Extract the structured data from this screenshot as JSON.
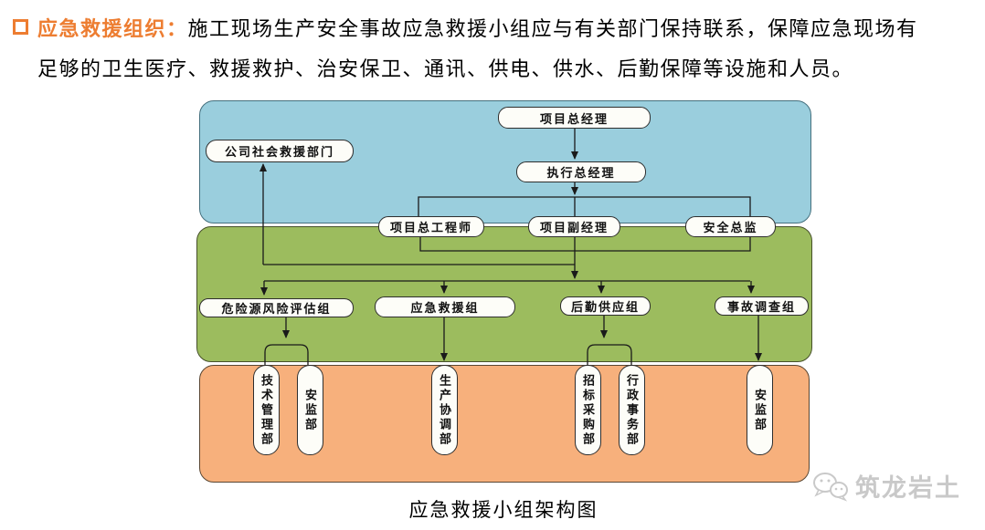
{
  "header": {
    "bullet_label": "应急救援组织：",
    "line1_rest": "施工现场生产安全事故应急救援小组应与有关部门保持联系，保障应急现场有",
    "line2": "足够的卫生医疗、救援救护、治安保卫、通讯、供电、供水、后勤保障等设施和人员。",
    "accent_color": "#ED7D31"
  },
  "diagram": {
    "caption": "应急救援小组架构图",
    "band_colors": {
      "top": "#9ACEDD",
      "middle": "#9CBC5E",
      "bottom": "#F7B07C"
    },
    "nodes": [
      {
        "id": "project-general-manager",
        "label": "项目总经理"
      },
      {
        "id": "executive-general-manager",
        "label": "执行总经理"
      },
      {
        "id": "company-social-rescue-dept",
        "label": "公司社会救援部门"
      },
      {
        "id": "project-chief-engineer",
        "label": "项目总工程师"
      },
      {
        "id": "project-deputy-manager",
        "label": "项目副经理"
      },
      {
        "id": "chief-safety-supervisor",
        "label": "安全总监"
      },
      {
        "id": "hazard-risk-assessment-team",
        "label": "危险源风险评估组"
      },
      {
        "id": "emergency-rescue-team",
        "label": "应急救援组"
      },
      {
        "id": "logistics-supply-team",
        "label": "后勤供应组"
      },
      {
        "id": "accident-investigation-team",
        "label": "事故调查组"
      }
    ],
    "departments": [
      {
        "id": "technical-management-dept",
        "label": "技术管理部"
      },
      {
        "id": "safety-supervision-dept-left",
        "label": "安监部"
      },
      {
        "id": "production-coordination-dept",
        "label": "生产协调部"
      },
      {
        "id": "bidding-procurement-dept",
        "label": "招标采购部"
      },
      {
        "id": "administrative-affairs-dept",
        "label": "行政事务部"
      },
      {
        "id": "safety-supervision-dept-right",
        "label": "安监部"
      }
    ]
  },
  "watermark": {
    "text": "筑龙岩土",
    "icon": "wechat-bubbles-icon"
  }
}
